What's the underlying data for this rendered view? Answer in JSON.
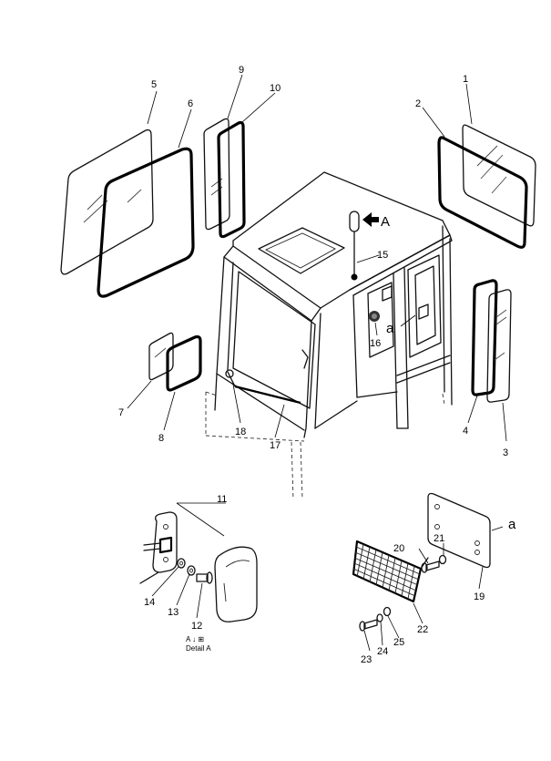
{
  "callouts": [
    {
      "id": "c1",
      "text": "1"
    },
    {
      "id": "c2",
      "text": "2"
    },
    {
      "id": "c3",
      "text": "3"
    },
    {
      "id": "c4",
      "text": "4"
    },
    {
      "id": "c5",
      "text": "5"
    },
    {
      "id": "c6",
      "text": "6"
    },
    {
      "id": "c7",
      "text": "7"
    },
    {
      "id": "c8",
      "text": "8"
    },
    {
      "id": "c9",
      "text": "9"
    },
    {
      "id": "c10",
      "text": "10"
    },
    {
      "id": "c11",
      "text": "11"
    },
    {
      "id": "c12",
      "text": "12"
    },
    {
      "id": "c13",
      "text": "13"
    },
    {
      "id": "c14",
      "text": "14"
    },
    {
      "id": "c15",
      "text": "15"
    },
    {
      "id": "c16",
      "text": "16"
    },
    {
      "id": "c17",
      "text": "17"
    },
    {
      "id": "c18",
      "text": "18"
    },
    {
      "id": "c19",
      "text": "19"
    },
    {
      "id": "c20",
      "text": "20"
    },
    {
      "id": "c21",
      "text": "21"
    },
    {
      "id": "c22",
      "text": "22"
    },
    {
      "id": "c23",
      "text": "23"
    },
    {
      "id": "c24",
      "text": "24"
    },
    {
      "id": "c25",
      "text": "25"
    }
  ],
  "markers": {
    "view_arrow": "A",
    "ref_a_cab": "a",
    "ref_a_plate": "a"
  },
  "detail": {
    "line1": "A  ↓  ⊞",
    "line2": "Detail A"
  }
}
